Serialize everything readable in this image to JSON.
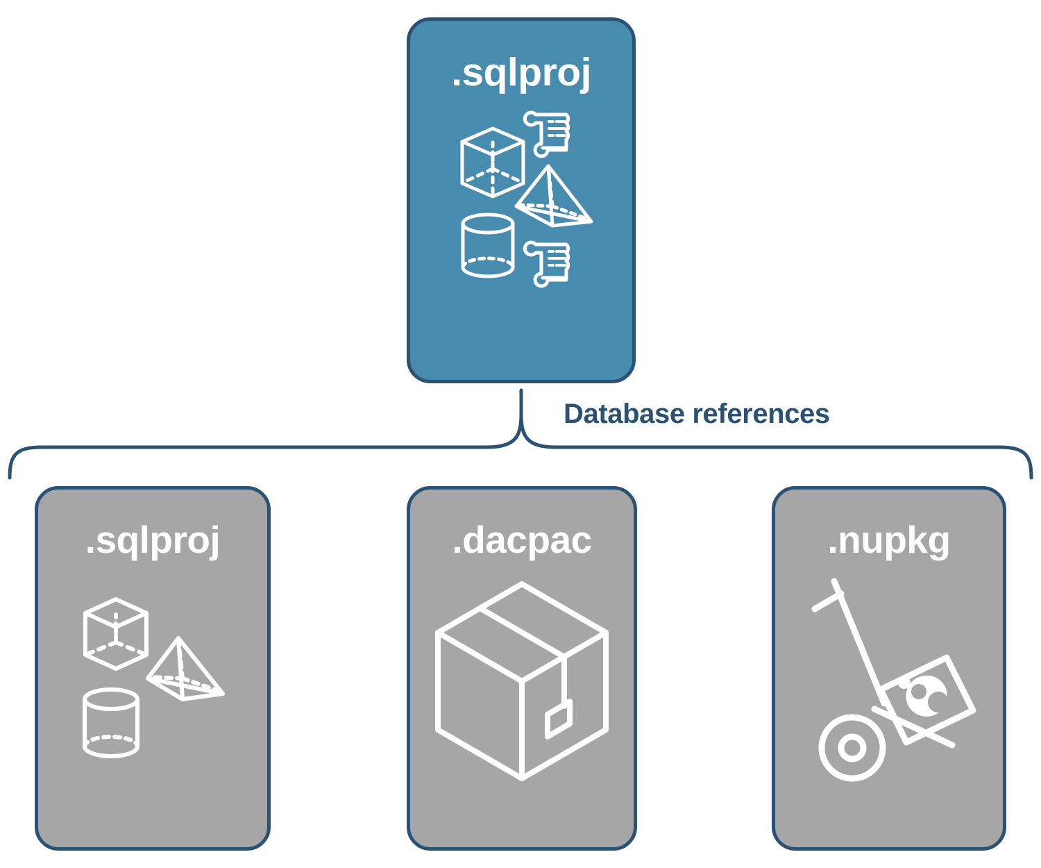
{
  "diagram": {
    "title_node": {
      "label": ".sqlproj",
      "fill": "#478BAF",
      "border": "#2B5173",
      "text_color": "#FFFFFF",
      "icons": [
        "cube-icon",
        "scroll-icon",
        "pyramid-icon",
        "cylinder-icon",
        "scroll-icon"
      ]
    },
    "connector": {
      "label": "Database references",
      "label_color": "#2B5173",
      "stroke": "#2B5173"
    },
    "children": [
      {
        "label": ".sqlproj",
        "fill": "#A6A6A6",
        "border": "#2B5173",
        "text_color": "#FFFFFF",
        "icons": [
          "cube-icon",
          "pyramid-icon",
          "cylinder-icon"
        ]
      },
      {
        "label": ".dacpac",
        "fill": "#A6A6A6",
        "border": "#2B5173",
        "text_color": "#FFFFFF",
        "icons": [
          "package-box-icon"
        ]
      },
      {
        "label": ".nupkg",
        "fill": "#A6A6A6",
        "border": "#2B5173",
        "text_color": "#FFFFFF",
        "icons": [
          "hand-truck-nuget-icon"
        ]
      }
    ]
  }
}
